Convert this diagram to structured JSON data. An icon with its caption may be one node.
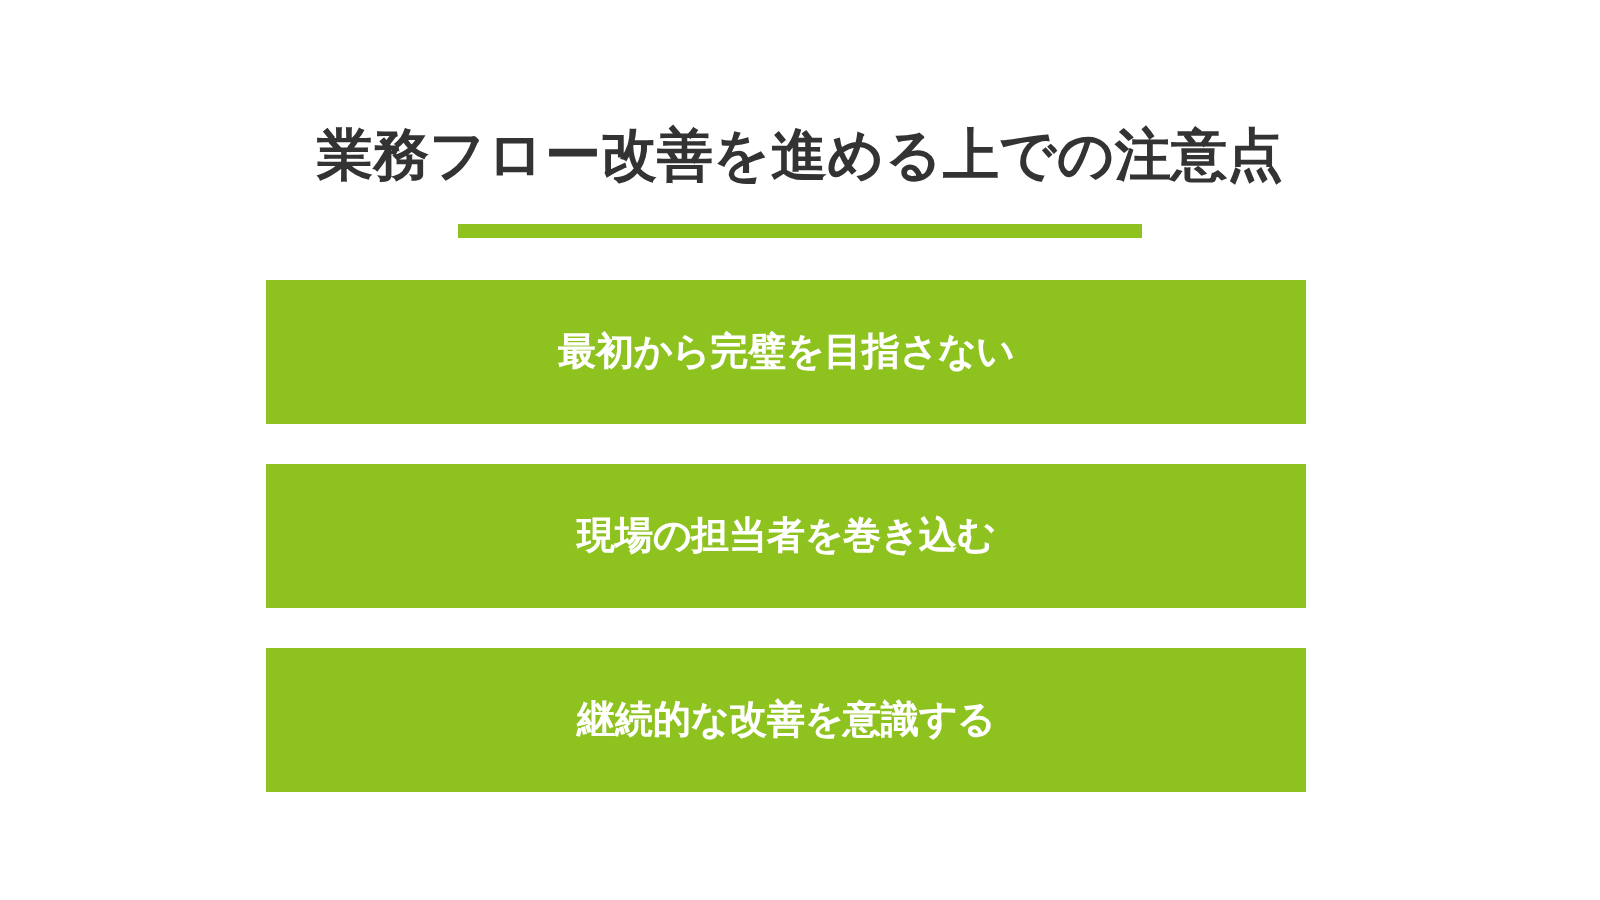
{
  "diagram": {
    "title": "業務フロー改善を進める上での注意点",
    "nodes": [
      {
        "text": [
          "最初から完璧を目指さない"
        ]
      },
      {
        "text": [
          "現場の担当者を巻き込む"
        ]
      },
      {
        "text": [
          "継続的な改善を意識する"
        ]
      }
    ]
  }
}
